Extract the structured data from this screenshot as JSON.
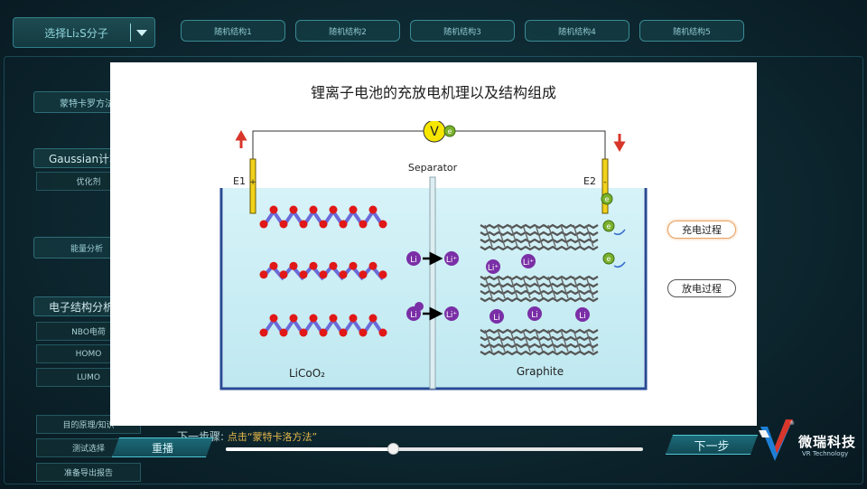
{
  "molecule_select": {
    "label": "选择Li₂S分子"
  },
  "tabs": [
    "随机结构1",
    "随机结构2",
    "随机结构3",
    "随机结构4",
    "随机结构5"
  ],
  "sidebar": {
    "monte_carlo": "蒙特卡罗方法",
    "gaussian_head": "Gaussian计算",
    "opt": "优化剂",
    "energy": "能量分析",
    "electronic_head": "电子结构分析",
    "nbo": "NBO电荷",
    "homo": "HOMO",
    "lumo": "LUMO",
    "goal": "目的原理/知识",
    "test": "测试选择",
    "report": "准备导出报告"
  },
  "hint": {
    "prefix": "下一步骤: ",
    "emph": "点击“蒙特卡洛方法”"
  },
  "buttons": {
    "replay": "重播",
    "next": "下一步"
  },
  "progress": {
    "fraction": 0.4
  },
  "logo": {
    "cn": "微瑞科技",
    "en": "VR Technology"
  },
  "modal": {
    "title": "锂离子电池的充放电机理以及结构组成",
    "labels": {
      "voltmeter": "V",
      "separator": "Separator",
      "e1": "E1",
      "e2": "E2",
      "plus": "+",
      "minus": "-",
      "cathode": "LiCoO₂",
      "anode": "Graphite",
      "li": "Li",
      "li_plus": "Li⁺",
      "electron": "e"
    },
    "charge_btn": "充电过程",
    "discharge_btn": "放电过程"
  },
  "colors": {
    "accent": "#4fc7d4",
    "highlight": "#e5b84a",
    "electrolyte": "#cbeef4",
    "li_ion": "#7a2fa6",
    "electrode": "#f2d21b"
  }
}
